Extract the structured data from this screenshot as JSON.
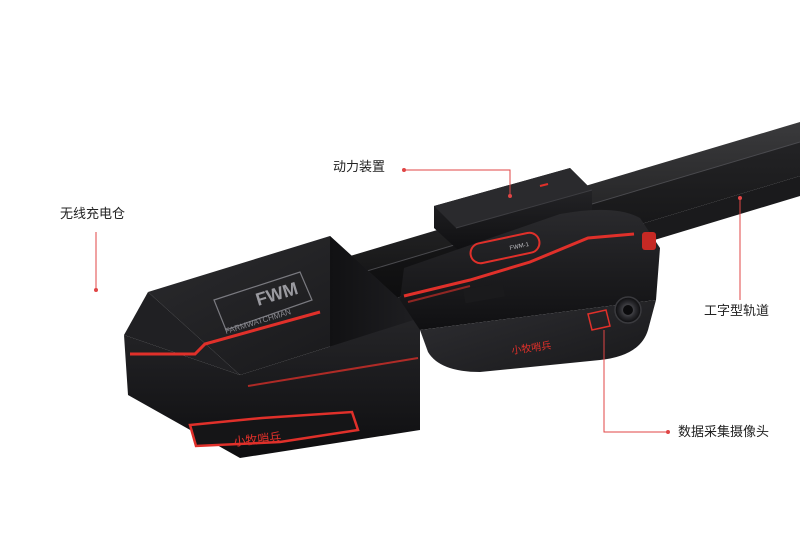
{
  "labels": {
    "charging_bay": "无线充电仓",
    "power_unit": "动力装置",
    "i_rail": "工字型轨道",
    "camera": "数据采集摄像头"
  },
  "product": {
    "logo_mark": "FWM",
    "brand": "FARMWATCHMAN",
    "chinese_brand": "小牧哨兵",
    "unit_badge": "FWM-1"
  },
  "colors": {
    "accent_red": "#e0302a",
    "body_dark": "#1b1b1d",
    "leader_line": "#e04545"
  }
}
